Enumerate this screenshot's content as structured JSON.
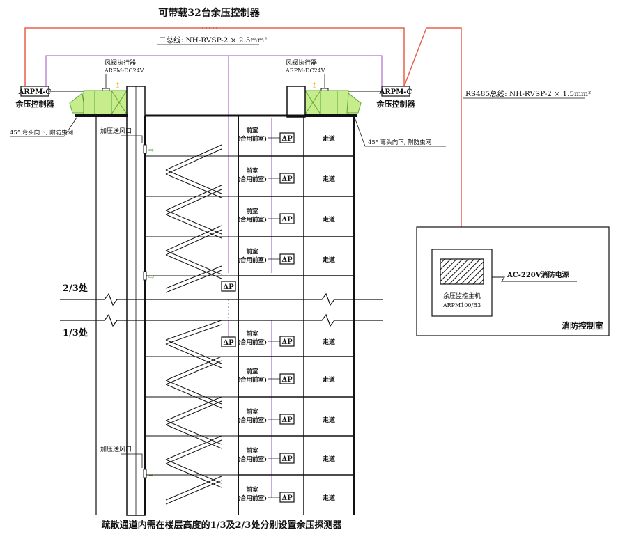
{
  "colors": {
    "line": "#111111",
    "signal_line": "#e8604c",
    "bus_line": "#9a4fc0",
    "fan_fill": "#c7ec8c",
    "fan_stroke": "#5aa832",
    "damper_arrow": "#e8b400"
  },
  "top_caption": "可带载32台余压控制器",
  "bus_label_main": "二总线: NH-RVSP-2 × 2.5mm²",
  "bus_label_rs485": "RS485总线: NH-RVSP-2 × 1.5mm²",
  "left_unit": {
    "damper_actuator_title": "风阀执行器",
    "damper_actuator_model": "ARPM-DC24V",
    "controller_box": "ARPM-C",
    "controller_name": "余压控制器",
    "note": "45° 弯头向下, 附防虫网"
  },
  "right_unit": {
    "damper_actuator_title": "风阀执行器",
    "damper_actuator_model": "ARPM-DC24V",
    "controller_box": "ARPM-C",
    "controller_name": "余压控制器",
    "note": "45° 弯头向下, 附防虫网"
  },
  "supply_vent_label": "加压送风口",
  "level_labels": [
    "2/3处",
    "1/3处"
  ],
  "room": {
    "anteroom": "前室",
    "anteroom_shared": "(合用前室)",
    "corridor": "走道",
    "sensor": "ΔP"
  },
  "upper_floor_count": 4,
  "lower_floor_count": 5,
  "control_room": {
    "host_name": "余压监控主机",
    "host_model": "ARPM100/B3",
    "power_label": "AC-220V消防电源",
    "room_name": "消防控制室"
  },
  "bottom_caption": "疏散通道内需在楼层高度的1/3及2/3处分别设置余压探测器"
}
